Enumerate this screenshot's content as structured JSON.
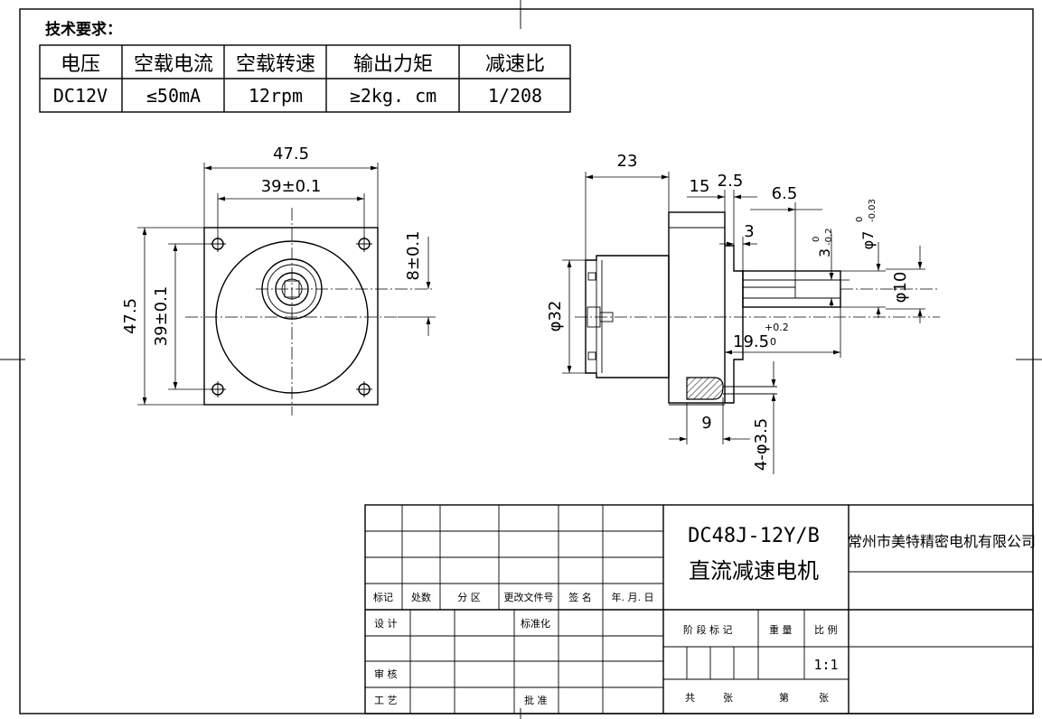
{
  "tech_requirements": {
    "heading": "技术要求：",
    "headers": [
      "电压",
      "空载电流",
      "空载转速",
      "输出力矩",
      "减速比"
    ],
    "values": [
      "DC12V",
      "≤50mA",
      "12rpm",
      "≥2kg. cm",
      "1/208"
    ]
  },
  "front_view": {
    "width_outer": "47.5",
    "width_holes": "39±0.1",
    "height_outer": "47.5",
    "height_holes": "39±0.1",
    "shaft_offset": "8±0.1"
  },
  "side_view": {
    "total_length": "23",
    "gearbox_length": "15",
    "flange": "2.5",
    "shaft_length": "6.5",
    "boss": "3",
    "flat_width": "3",
    "flat_tol_upper": "0",
    "flat_tol_lower": "-0.2",
    "shaft_dia": "φ7",
    "shaft_tol_upper": "0",
    "shaft_tol_lower": "-0.03",
    "boss_dia": "φ10",
    "motor_dia": "φ32",
    "shaft_ext": "19.5",
    "shaft_ext_tol_upper": "+0.2",
    "shaft_ext_tol_lower": "0",
    "hole_offset": "9",
    "holes": "4-φ3.5"
  },
  "title_block": {
    "model": "DC48J-12Y/B",
    "name": "直流减速电机",
    "company": "常州市美特精密电机有限公司",
    "rev_headers": [
      "标记",
      "处数",
      "分 区",
      "更改文件号",
      "签 名",
      "年. 月. 日"
    ],
    "design": "设 计",
    "standardize": "标准化",
    "review": "审 核",
    "process": "工 艺",
    "approve": "批 准",
    "stage_mark": "阶 段 标 记",
    "weight": "重 量",
    "scale_label": "比 例",
    "scale_value": "1:1",
    "total_sheets": "共",
    "sheets_unit": "张",
    "sheet_no": "第",
    "sheet_unit": "张"
  }
}
